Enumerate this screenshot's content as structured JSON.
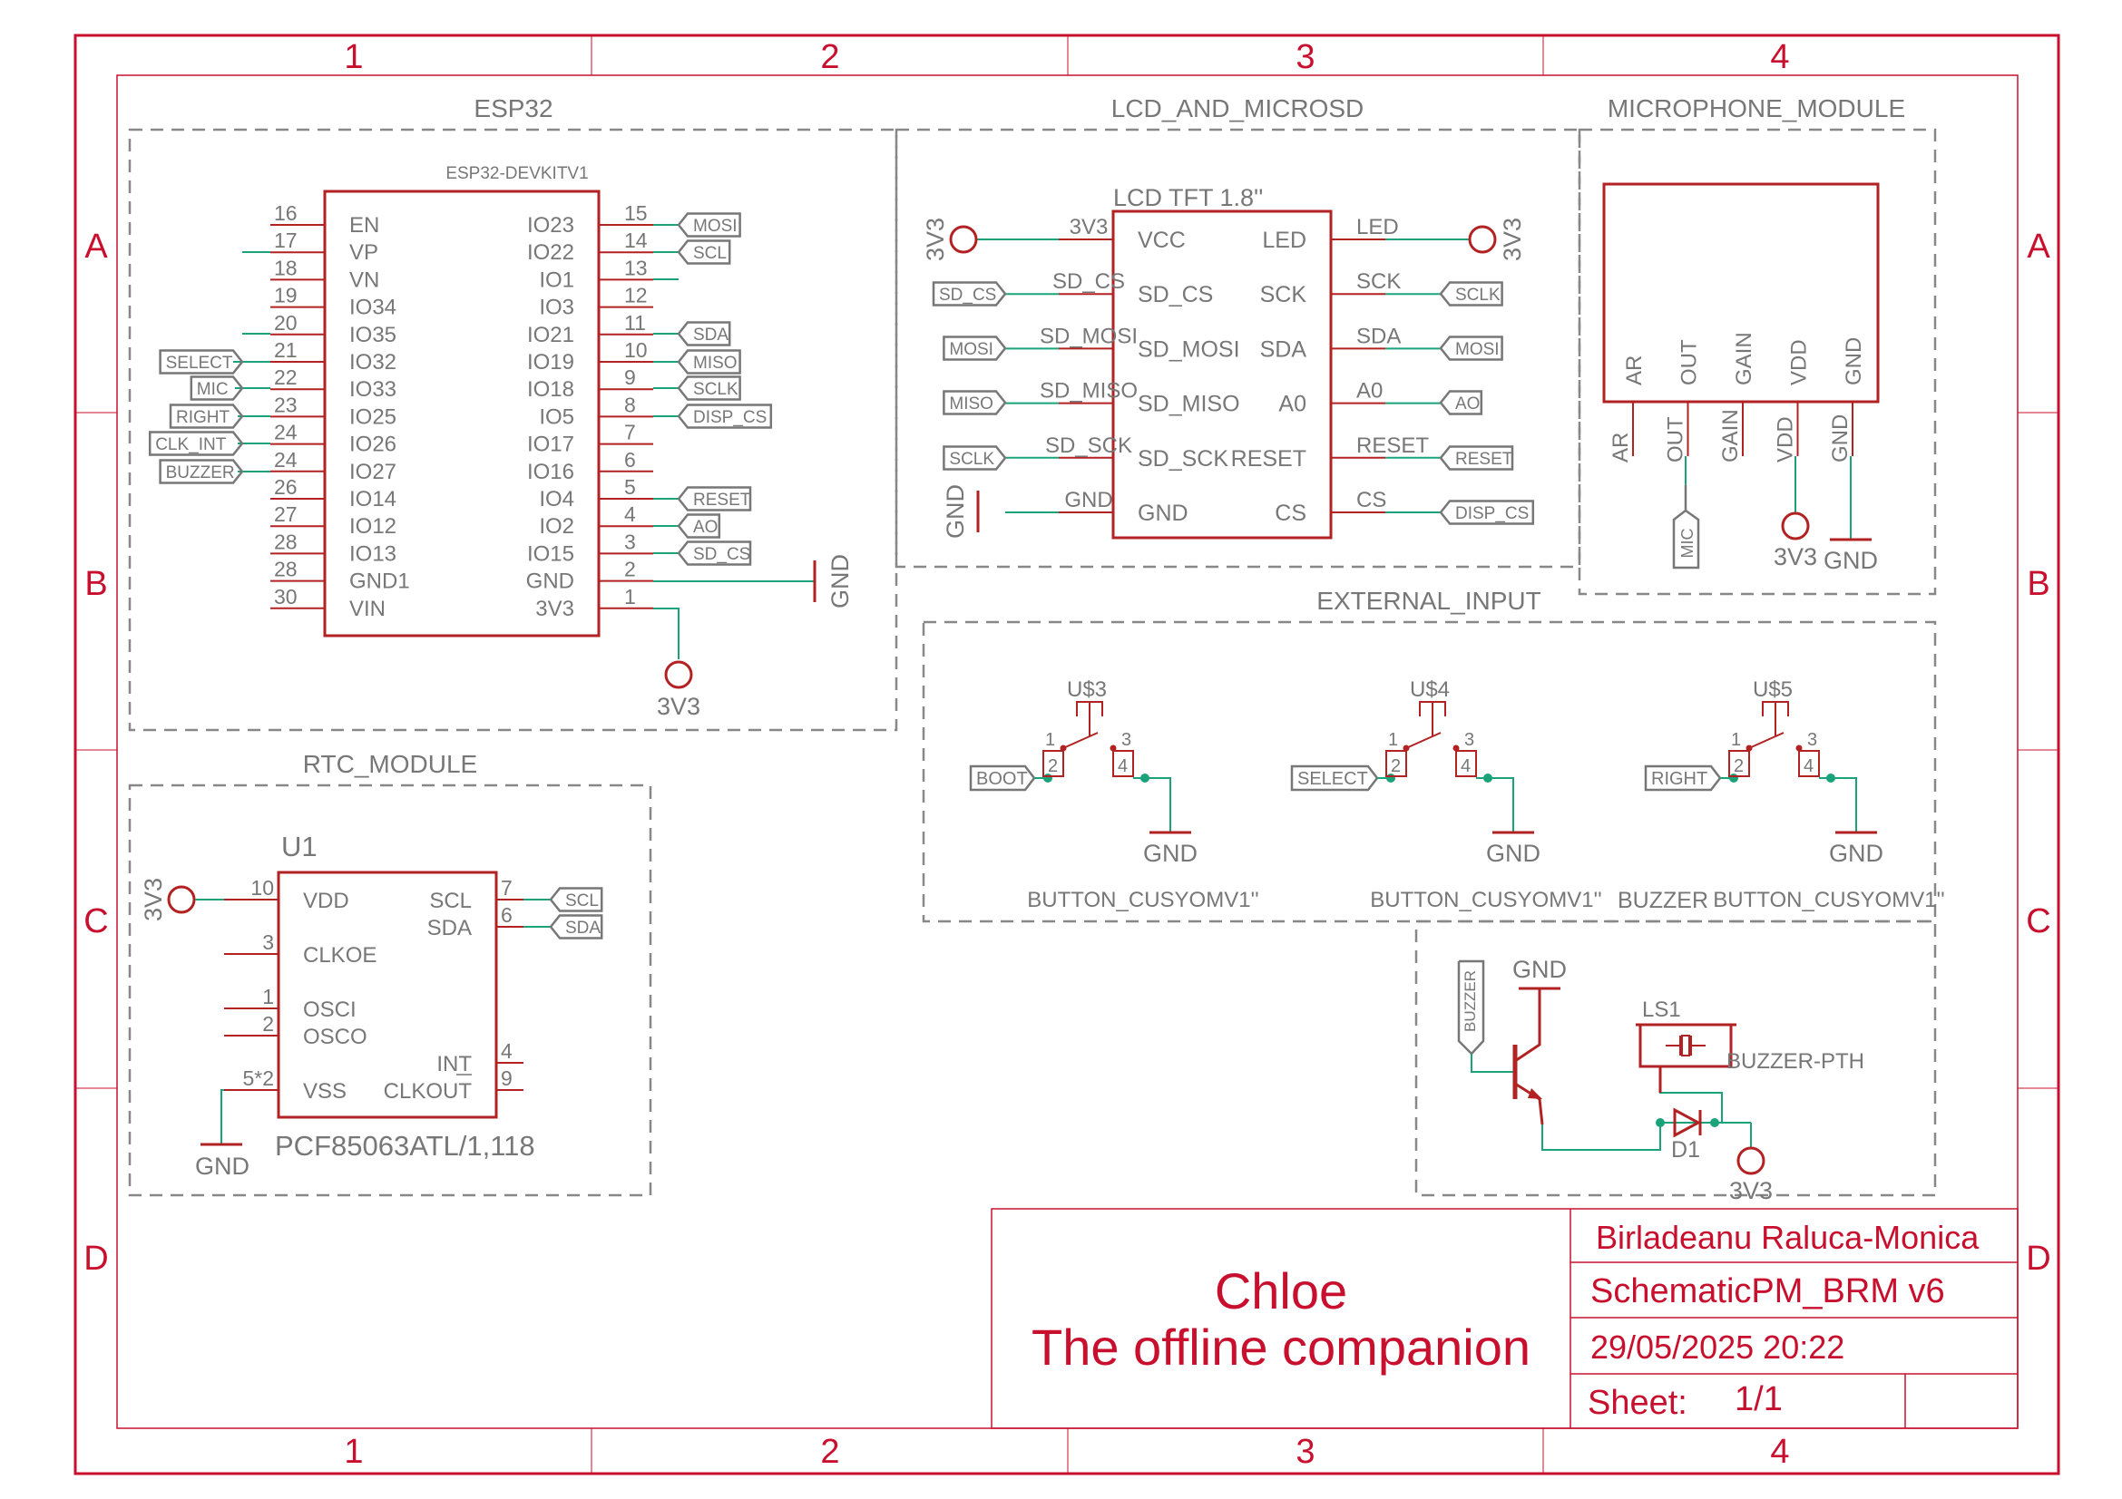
{
  "colors": {
    "frame": "#c8102e",
    "part": "#b22222",
    "net": "#1aa37a",
    "gray": "#777777",
    "dash": "#888888"
  },
  "frame": {
    "cols": [
      "1",
      "2",
      "3",
      "4"
    ],
    "rows": [
      "A",
      "B",
      "C",
      "D"
    ]
  },
  "sections": {
    "esp32": "ESP32",
    "lcd": "LCD_AND_MICROSD",
    "mic": "MICROPHONE_MODULE",
    "rtc": "RTC_MODULE",
    "ext": "EXTERNAL_INPUT"
  },
  "esp32": {
    "part_value": "ESP32-DEVKITV1",
    "left_pins": [
      {
        "num": "16",
        "name": "EN"
      },
      {
        "num": "17",
        "name": "VP"
      },
      {
        "num": "18",
        "name": "VN"
      },
      {
        "num": "19",
        "name": "IO34"
      },
      {
        "num": "20",
        "name": "IO35"
      },
      {
        "num": "21",
        "name": "IO32"
      },
      {
        "num": "22",
        "name": "IO33"
      },
      {
        "num": "23",
        "name": "IO25"
      },
      {
        "num": "24",
        "name": "IO26"
      },
      {
        "num": "24",
        "name": "IO27"
      },
      {
        "num": "26",
        "name": "IO14"
      },
      {
        "num": "27",
        "name": "IO12"
      },
      {
        "num": "28",
        "name": "IO13"
      },
      {
        "num": "28",
        "name": "GND1"
      },
      {
        "num": "30",
        "name": "VIN"
      }
    ],
    "right_pins": [
      {
        "num": "15",
        "name": "IO23"
      },
      {
        "num": "14",
        "name": "IO22"
      },
      {
        "num": "13",
        "name": "IO1"
      },
      {
        "num": "12",
        "name": "IO3"
      },
      {
        "num": "11",
        "name": "IO21"
      },
      {
        "num": "10",
        "name": "IO19"
      },
      {
        "num": "9",
        "name": "IO18"
      },
      {
        "num": "8",
        "name": "IO5"
      },
      {
        "num": "7",
        "name": "IO17"
      },
      {
        "num": "6",
        "name": "IO16"
      },
      {
        "num": "5",
        "name": "IO4"
      },
      {
        "num": "4",
        "name": "IO2"
      },
      {
        "num": "3",
        "name": "IO15"
      },
      {
        "num": "2",
        "name": "GND"
      },
      {
        "num": "1",
        "name": "3V3"
      }
    ],
    "left_labels": [
      "SELECT",
      "MIC",
      "RIGHT",
      "CLK_INT",
      "BUZZER"
    ],
    "right_labels": [
      "MOSI",
      "SCL",
      "SDA",
      "MISO",
      "SCLK",
      "DISP_CS",
      "RESET",
      "AO",
      "SD_CS"
    ],
    "gnd": "GND",
    "supply": "3V3"
  },
  "lcd": {
    "part_value": "LCD TFT 1.8''",
    "left_pins": [
      "VCC",
      "SD_CS",
      "SD_MOSI",
      "SD_MISO",
      "SD_SCK",
      "GND"
    ],
    "right_pins": [
      "LED",
      "SCK",
      "SDA",
      "A0",
      "RESET",
      "CS"
    ],
    "left_nets": [
      "3V3",
      "SD_CS",
      "SD_MOSI",
      "SD_MISO",
      "SD_SCK",
      "GND"
    ],
    "right_nets": [
      "LED",
      "SCK",
      "SDA",
      "A0",
      "RESET",
      "CS"
    ],
    "left_labels": [
      "SD_CS",
      "MOSI",
      "MISO",
      "SCLK"
    ],
    "right_labels": [
      "SCLK",
      "MOSI",
      "AO",
      "RESET",
      "DISP_CS"
    ],
    "supply": "3V3",
    "gnd": "GND"
  },
  "mic": {
    "pins": [
      "AR",
      "OUT",
      "GAIN",
      "VDD",
      "GND"
    ],
    "label": "MIC",
    "supply": "3V3",
    "gnd": "GND"
  },
  "rtc": {
    "name": "U1",
    "value": "PCF85063ATL/1,118",
    "left_pins": [
      {
        "num": "10",
        "name": "VDD"
      },
      {
        "num": "3",
        "name": "CLKOE"
      },
      {
        "num": "1",
        "name": "OSCI"
      },
      {
        "num": "2",
        "name": "OSCO"
      },
      {
        "num": "5*2",
        "name": "VSS"
      }
    ],
    "right_pins": [
      {
        "num": "7",
        "name": "SCL"
      },
      {
        "num": "6",
        "name": "SDA"
      },
      {
        "num": "4",
        "name": "INT"
      },
      {
        "num": "9",
        "name": "CLKOUT"
      }
    ],
    "labels": [
      "SCL",
      "SDA"
    ],
    "supply": "3V3",
    "gnd": "GND"
  },
  "buttons": [
    {
      "ref": "U$3",
      "label": "BOOT",
      "value": "BUTTON_CUSYOMV1''",
      "gnd": "GND"
    },
    {
      "ref": "U$4",
      "label": "SELECT",
      "value": "BUTTON_CUSYOMV1''",
      "gnd": "GND"
    },
    {
      "ref": "U$5",
      "label": "RIGHT",
      "value": "BUTTON_CUSYOMV1''",
      "gnd": "GND"
    }
  ],
  "switch_pins": [
    "1",
    "2",
    "3",
    "4"
  ],
  "buzzer": {
    "section": "BUZZER",
    "label": "BUZZER",
    "gnd": "GND",
    "ls_ref": "LS1",
    "ls_value": "BUZZER-PTH",
    "diode": "D1",
    "supply": "3V3"
  },
  "title_block": {
    "title_line1": "Chloe",
    "title_line2": "The offline companion",
    "author": "Birladeanu Raluca-Monica",
    "file": "SchematicPM_BRM v6",
    "date": "29/05/2025 20:22",
    "sheet_label": "Sheet:",
    "sheet": "1/1"
  }
}
